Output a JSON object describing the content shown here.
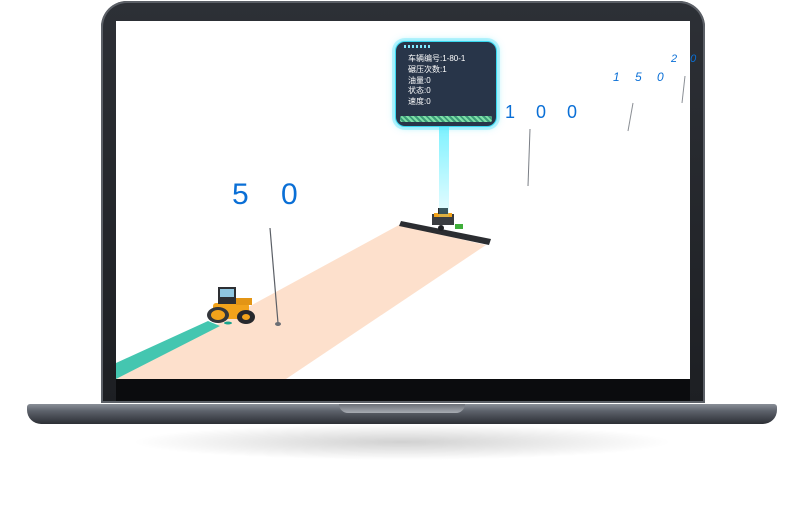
{
  "scene": {
    "distance_markers": [
      "5 0",
      "1 0 0",
      "1 5 0",
      "2 0"
    ],
    "vehicle_info": {
      "vehicle_id": "车辆编号:1-80-1",
      "roll_count": "碾压次数:1",
      "fuel": "油量:0",
      "status": "状态:0",
      "speed": "速度:0"
    }
  },
  "colors": {
    "marker_text": "#0a6fd6",
    "paved_strip": "#fde0cc",
    "rolled_strip": "#44c6b0",
    "roller_body": "#f2a31b",
    "panel_bg": "#283549",
    "panel_border": "#39d8f0"
  },
  "icons": {
    "roller": "road-roller-icon",
    "paver": "asphalt-paver-icon"
  }
}
